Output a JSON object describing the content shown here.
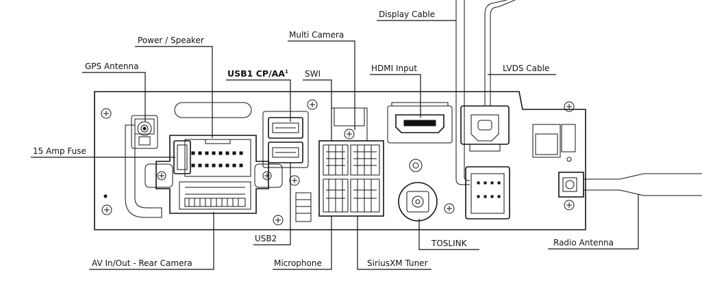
{
  "labels": {
    "display_cable": "Display Cable",
    "power_speaker": "Power / Speaker",
    "multi_camera": "Multi Camera",
    "gps_antenna": "GPS Antenna",
    "usb1": "USB1 CP/AA",
    "usb1_sup": "1",
    "swi": "SWI",
    "hdmi_input": "HDMI Input",
    "lvds_cable": "LVDS Cable",
    "fuse": "15 Amp Fuse",
    "usb2": "USB2",
    "toslink": "TOSLINK",
    "radio_antenna": "Radio Antenna",
    "av_in_out": "AV In/Out - Rear Camera",
    "microphone": "Microphone",
    "siriusxm": "SiriusXM Tuner"
  },
  "colors": {
    "line": "#111111",
    "background": "#ffffff"
  }
}
